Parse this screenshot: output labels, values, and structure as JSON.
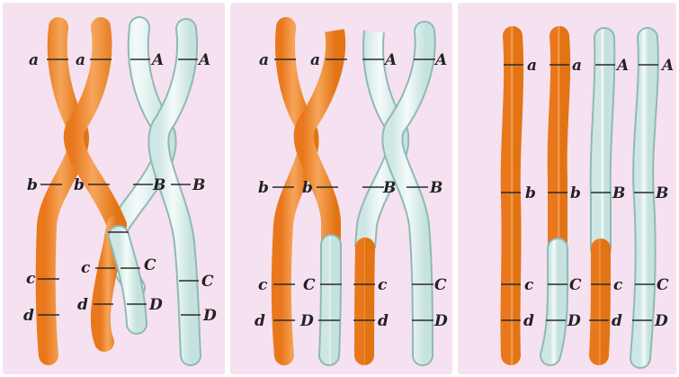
{
  "colors": {
    "panel_background": "#f6e1f0",
    "orange_chromatid": "#f08a2c",
    "orange_highlight": "#f6b06a",
    "blue_chromatid": "#dff1ef",
    "blue_outline": "#8fb9b5",
    "band_line": "#2a2a2a",
    "label_text": "#222222"
  },
  "panels": [
    {
      "stage": "crossing-over",
      "labels": {
        "orange_left": [
          "a",
          "b",
          "c",
          "d"
        ],
        "orange_right": [
          "a",
          "b",
          "c",
          "d"
        ],
        "blue_left": [
          "A",
          "B",
          "C",
          "D"
        ],
        "blue_right": [
          "A",
          "B",
          "C",
          "D"
        ]
      }
    },
    {
      "stage": "after-exchange",
      "labels": {
        "orange_left": [
          "a",
          "b",
          "c",
          "d"
        ],
        "orange_right": [
          "a",
          "b",
          "C",
          "D"
        ],
        "blue_left": [
          "A",
          "B",
          "c",
          "d"
        ],
        "blue_right": [
          "A",
          "B",
          "C",
          "D"
        ]
      }
    },
    {
      "stage": "separated-chromatids",
      "labels": {
        "chromatid_1": [
          "a",
          "b",
          "c",
          "d"
        ],
        "chromatid_2": [
          "a",
          "b",
          "C",
          "D"
        ],
        "chromatid_3": [
          "A",
          "B",
          "c",
          "d"
        ],
        "chromatid_4": [
          "A",
          "B",
          "C",
          "D"
        ]
      }
    }
  ]
}
